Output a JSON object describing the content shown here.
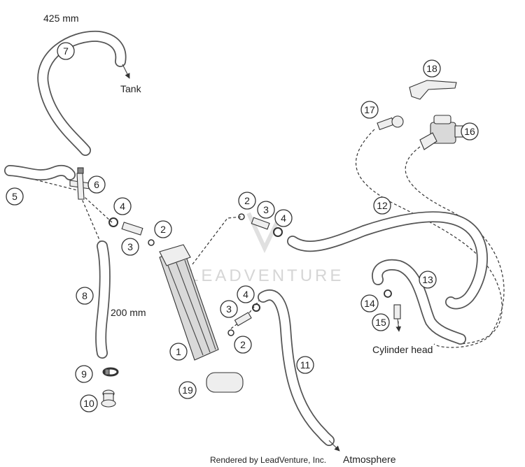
{
  "callouts": [
    {
      "n": "1"
    },
    {
      "n": "2"
    },
    {
      "n": "2"
    },
    {
      "n": "2"
    },
    {
      "n": "3"
    },
    {
      "n": "3"
    },
    {
      "n": "3"
    },
    {
      "n": "4"
    },
    {
      "n": "4"
    },
    {
      "n": "4"
    },
    {
      "n": "5"
    },
    {
      "n": "6"
    },
    {
      "n": "7"
    },
    {
      "n": "8"
    },
    {
      "n": "9"
    },
    {
      "n": "10"
    },
    {
      "n": "11"
    },
    {
      "n": "12"
    },
    {
      "n": "13"
    },
    {
      "n": "14"
    },
    {
      "n": "15"
    },
    {
      "n": "16"
    },
    {
      "n": "17"
    },
    {
      "n": "18"
    },
    {
      "n": "19"
    }
  ],
  "labels": {
    "len_425": "425 mm",
    "tank": "Tank",
    "len_200": "200 mm",
    "cylinder_head": "Cylinder head",
    "atmosphere": "Atmosphere"
  },
  "credit": "Rendered by LeadVenture, Inc.",
  "watermark": "LEADVENTURE"
}
